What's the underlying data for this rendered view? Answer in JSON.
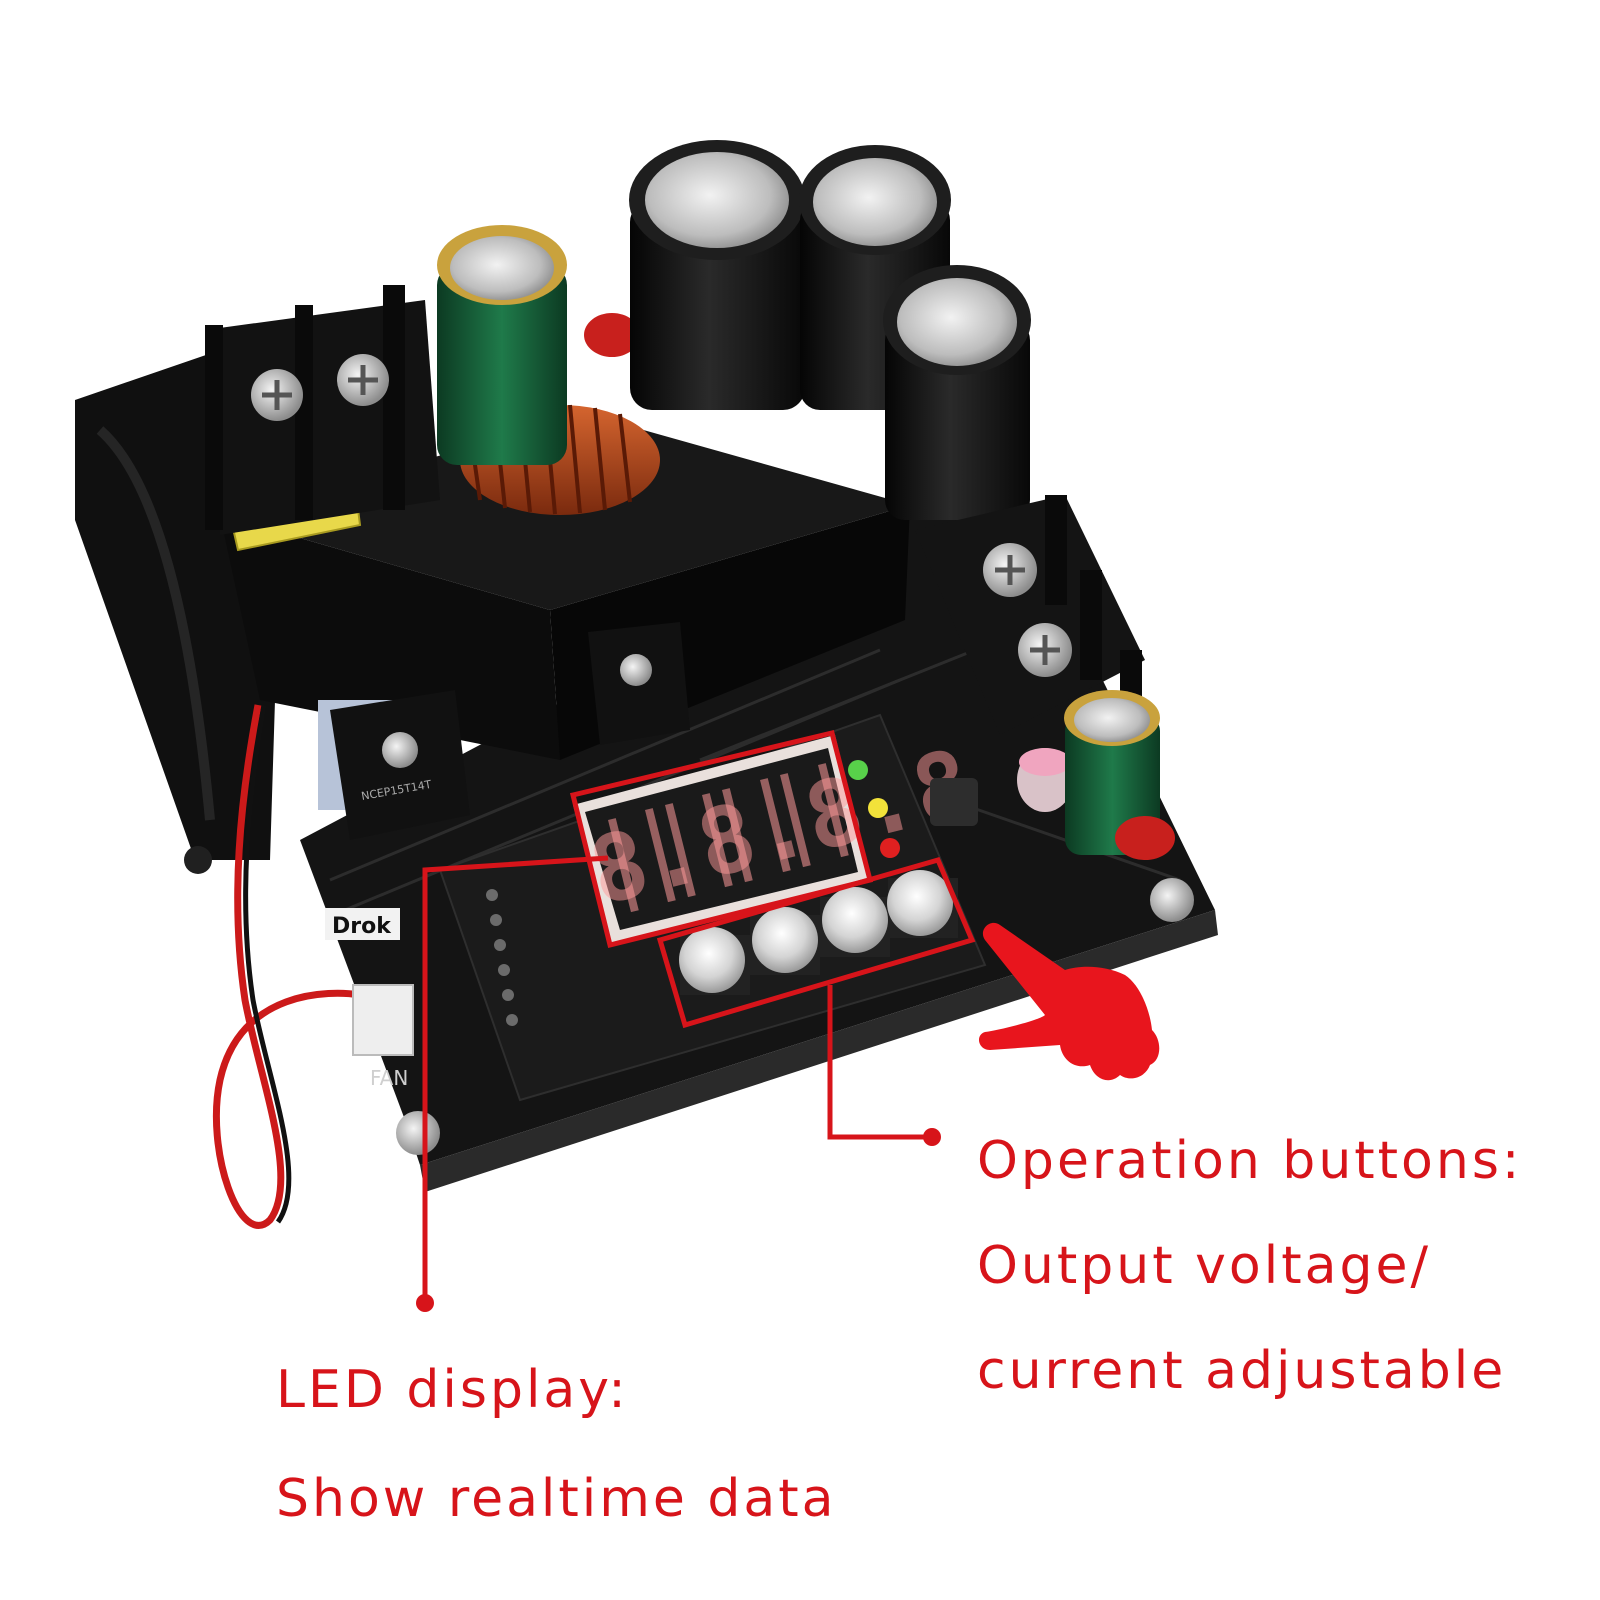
{
  "annotations": {
    "led_display": {
      "line1": "LED display:",
      "line2": "Show realtime data"
    },
    "operation_buttons": {
      "line1": "Operation buttons:",
      "line2": "Output voltage/",
      "line3": "current adjustable"
    }
  },
  "board": {
    "brand_label": "Drok",
    "display_digits": "8.8.8.8",
    "fan_label": "FAN",
    "transistor_marking": "NCEP15T14T"
  },
  "colors": {
    "accent": "#d7141a",
    "board": "#141414",
    "heatsink": "#0c0c0c"
  },
  "icons": {
    "hand": "pointing-hand-icon"
  }
}
